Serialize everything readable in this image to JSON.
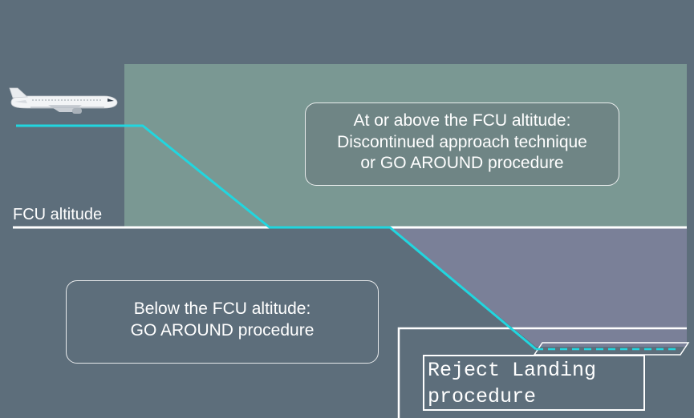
{
  "colors": {
    "background": "#5d6e7b",
    "upper_zone": "#7a9893",
    "lower_zone": "#7a8098",
    "flight_path": "#21d6df",
    "reference_lines": "#ffffff",
    "text": "#ffffff"
  },
  "icons": {
    "aircraft": "aircraft-icon"
  },
  "labels": {
    "fcu_altitude": "FCU altitude",
    "above_fcu": "At or above the FCU altitude:\nDiscontinued approach technique\nor GO AROUND procedure",
    "below_fcu": "Below the FCU altitude:\nGO AROUND procedure",
    "reject_landing": "Reject Landing\nprocedure"
  }
}
